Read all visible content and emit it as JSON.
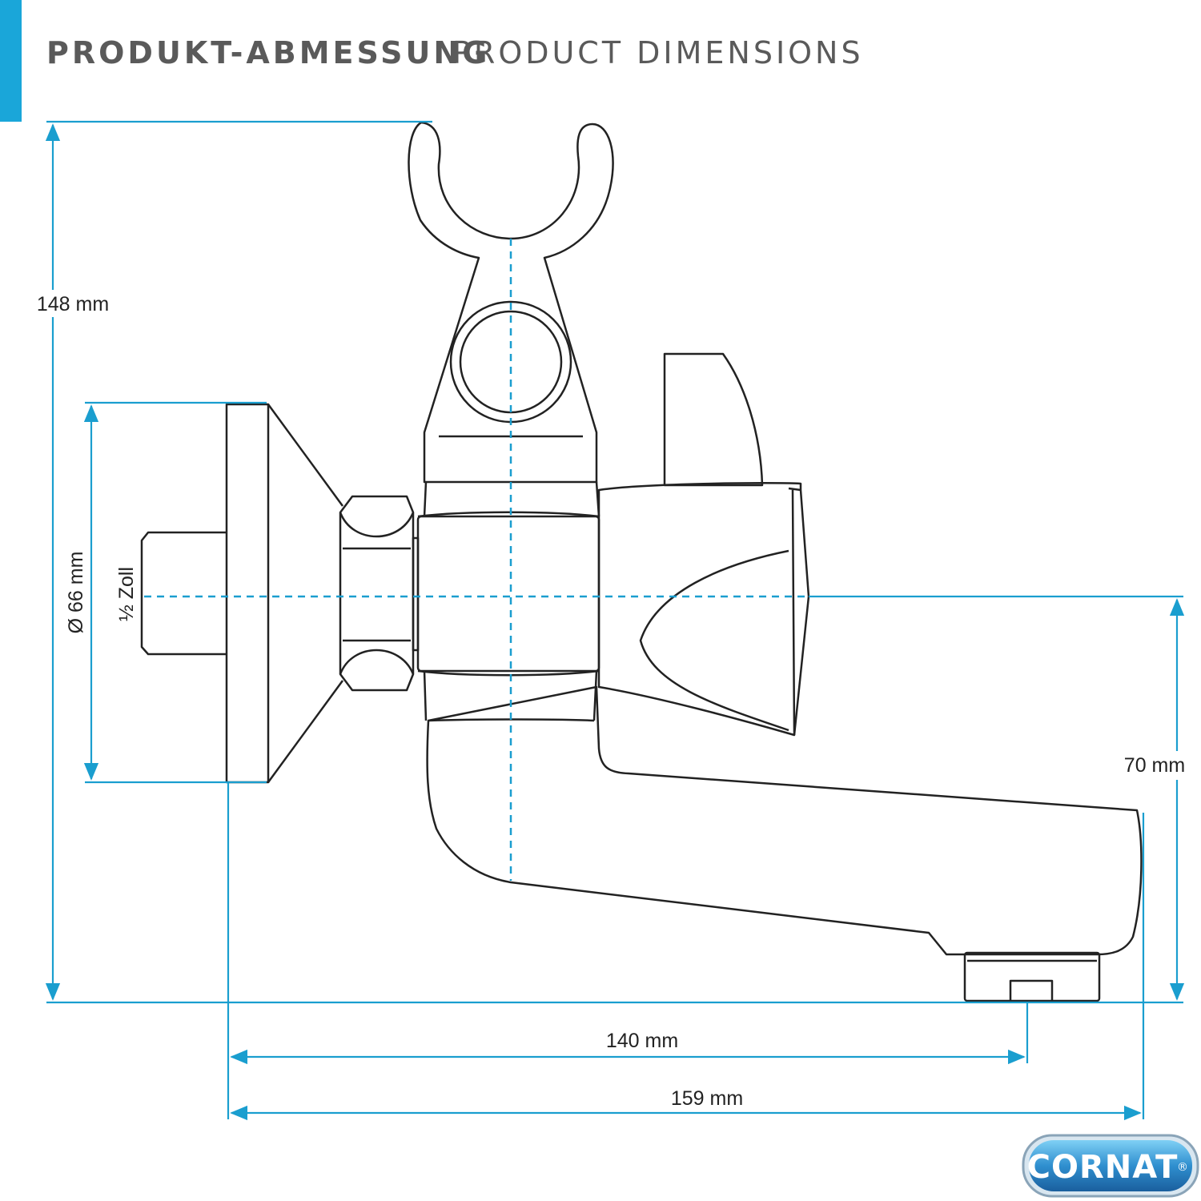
{
  "header": {
    "title_de": "PRODUKT-ABMESSUNG",
    "title_en": "PRODUCT DIMENSIONS"
  },
  "dimensions": {
    "total_height": "148 mm",
    "flange_diameter": "Ø 66 mm",
    "thread_size": "½ Zoll",
    "spout_height": "70 mm",
    "spout_reach": "140 mm",
    "total_length": "159 mm"
  },
  "logo": {
    "text": "CORNAT",
    "registered_mark": "®"
  },
  "colors": {
    "accent": "#1aa6d9",
    "dimension_lines": "#1a9ecf",
    "outline": "#222222",
    "header_text": "#5a5a5a"
  },
  "icons": {
    "product": "bath-faucet-drawing",
    "brand": "cornat-logo"
  }
}
